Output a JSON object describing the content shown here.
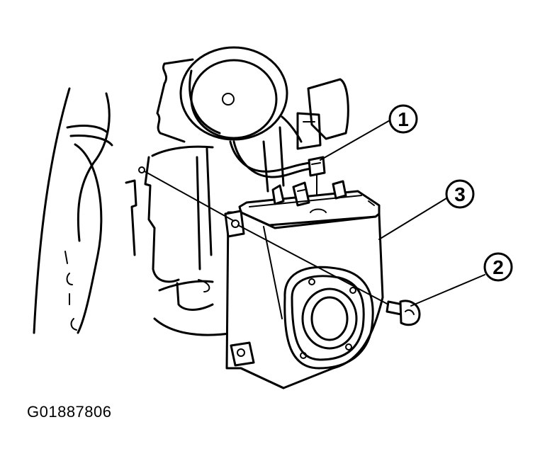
{
  "figure_code": "G01887806",
  "callouts": [
    {
      "number": "1",
      "part": "connector"
    },
    {
      "number": "2",
      "part": "bolt"
    },
    {
      "number": "3",
      "part": "speaker-unit"
    }
  ]
}
